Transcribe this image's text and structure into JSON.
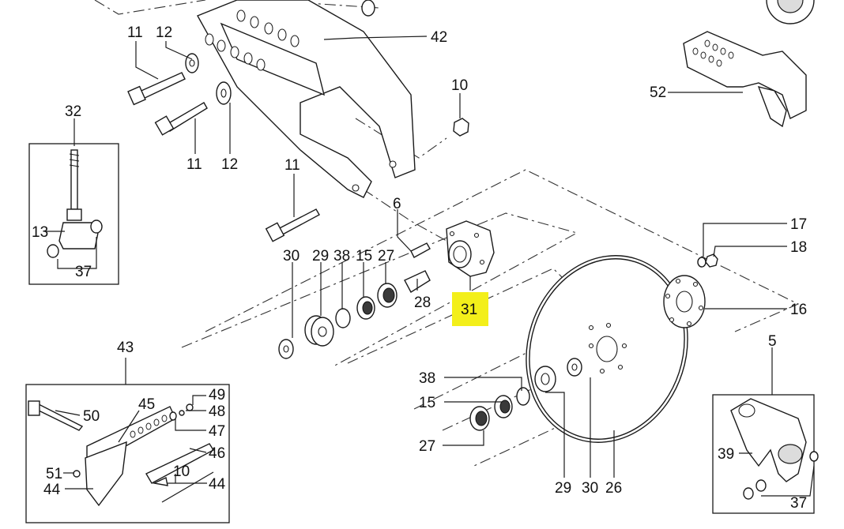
{
  "callouts": {
    "c42": "42",
    "c11a": "11",
    "c12a": "12",
    "c11b": "11",
    "c12b": "12",
    "c11c": "11",
    "c10": "10",
    "c52": "52",
    "c32": "32",
    "c13": "13",
    "c37a": "37",
    "c6": "6",
    "c30a": "30",
    "c29a": "29",
    "c38a": "38",
    "c15a": "15",
    "c27a": "27",
    "c28": "28",
    "c31": "31",
    "c17": "17",
    "c18": "18",
    "c16": "16",
    "c43": "43",
    "c45": "45",
    "c50": "50",
    "c49": "49",
    "c48": "48",
    "c47": "47",
    "c46": "46",
    "c51": "51",
    "c10b": "10",
    "c44a": "44",
    "c44b": "44",
    "c38b": "38",
    "c15b": "15",
    "c27b": "27",
    "c29b": "29",
    "c30b": "30",
    "c26": "26",
    "c5": "5",
    "c39": "39",
    "c37b": "37"
  },
  "highlight": {
    "callout": "31",
    "color": "#f3ef1a"
  }
}
